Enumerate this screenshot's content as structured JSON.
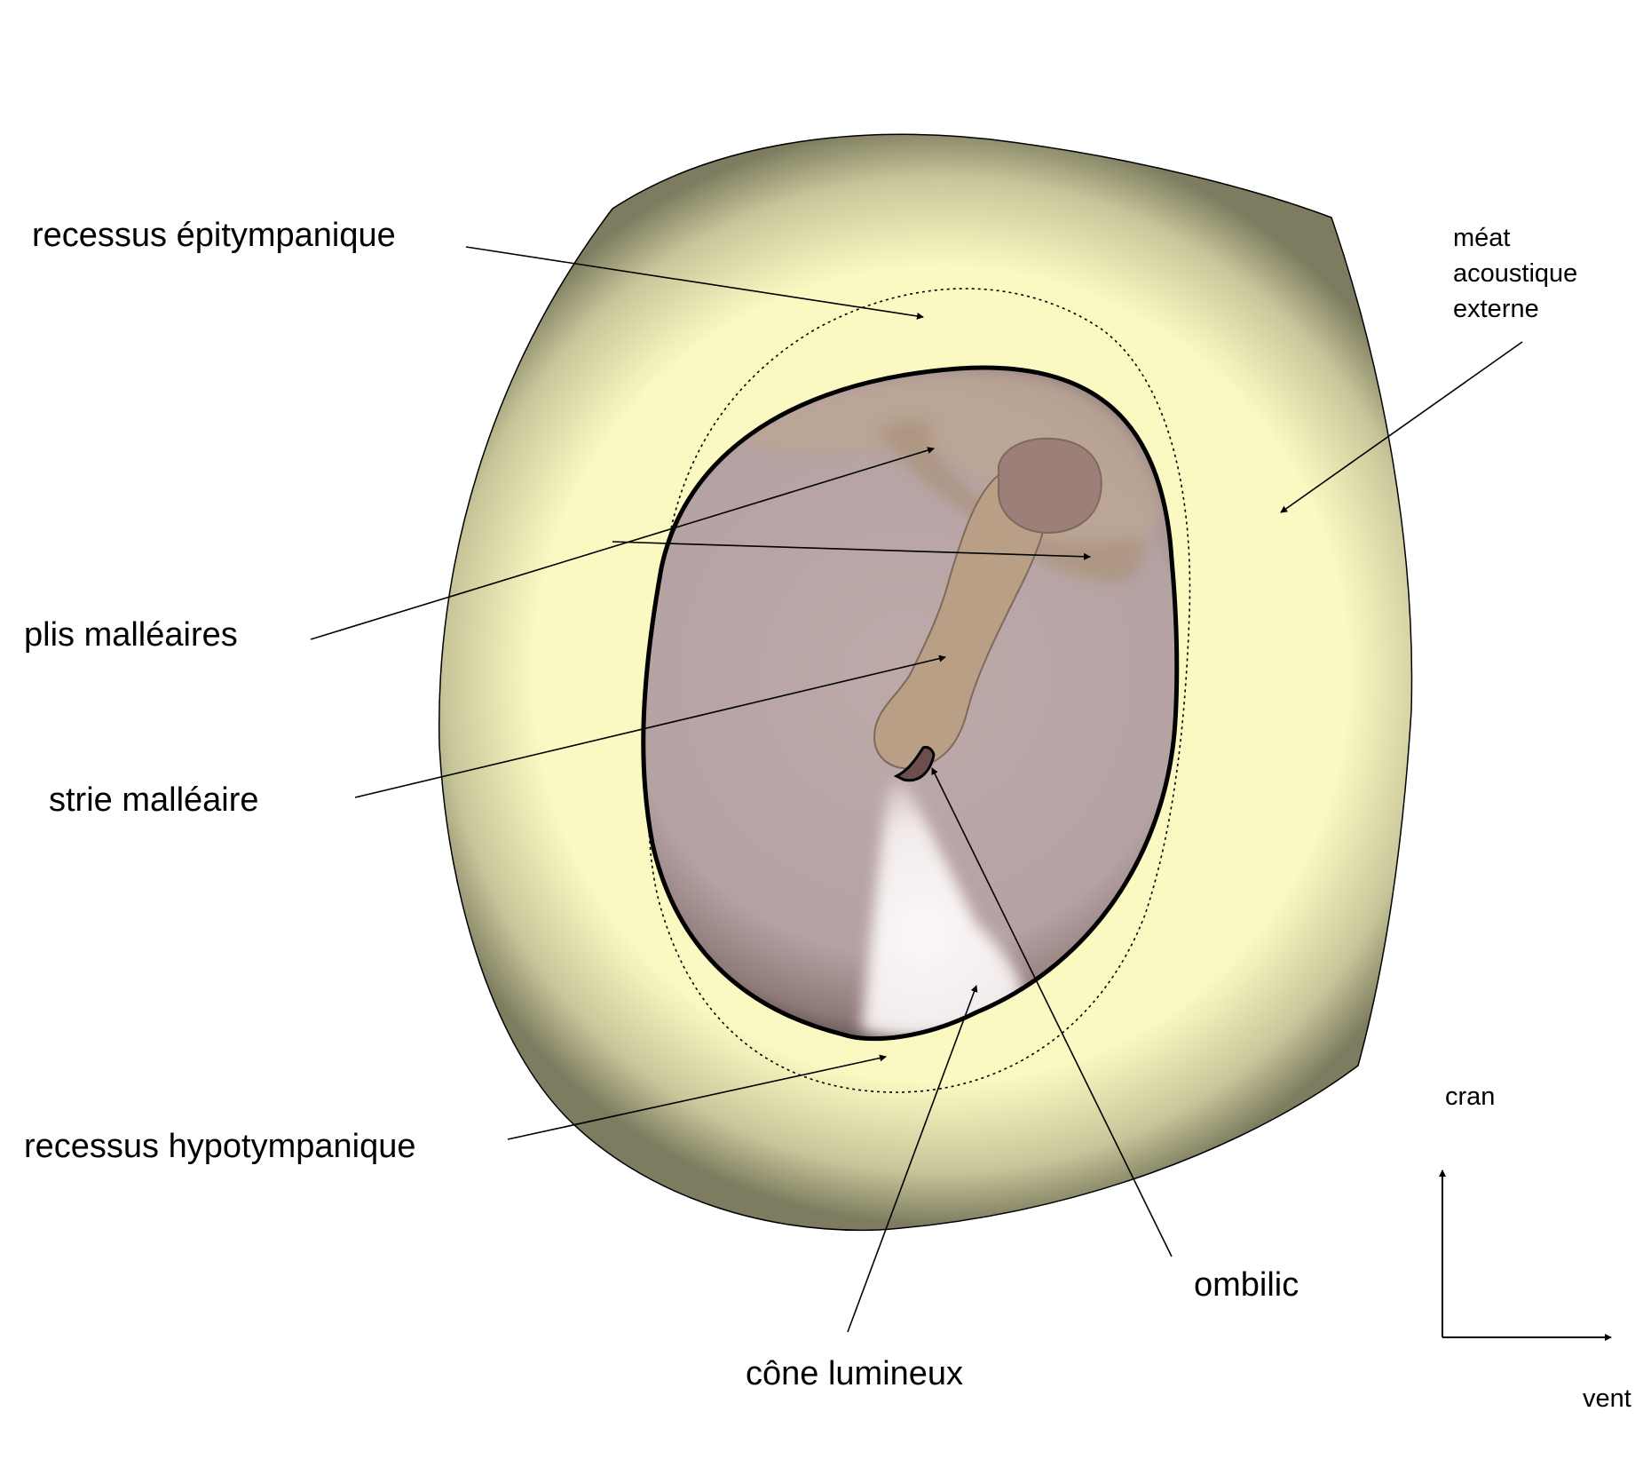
{
  "labels": {
    "recessus_epitympanique": "recessus épitympanique",
    "plis_malleaires": "plis malléaires",
    "strie_malleaire": "strie malléaire",
    "recessus_hypotympanique": "recessus hypotympanique",
    "cone_lumineux": "cône lumineux",
    "ombilic": "ombilic",
    "meat_line1": "méat",
    "meat_line2": "acoustique",
    "meat_line3": "externe",
    "cran": "cran",
    "vent": "vent"
  },
  "colors": {
    "meatus": "#fbf9c2",
    "meatus_shadow": "#7d7c60",
    "tympanum": "#b8a6a6",
    "pars_flaccida": "#bba694",
    "malleus": "#b89f85",
    "malleus_head": "#9c7f78",
    "outline": "#000000",
    "light_cone": "#f7f2f2"
  }
}
